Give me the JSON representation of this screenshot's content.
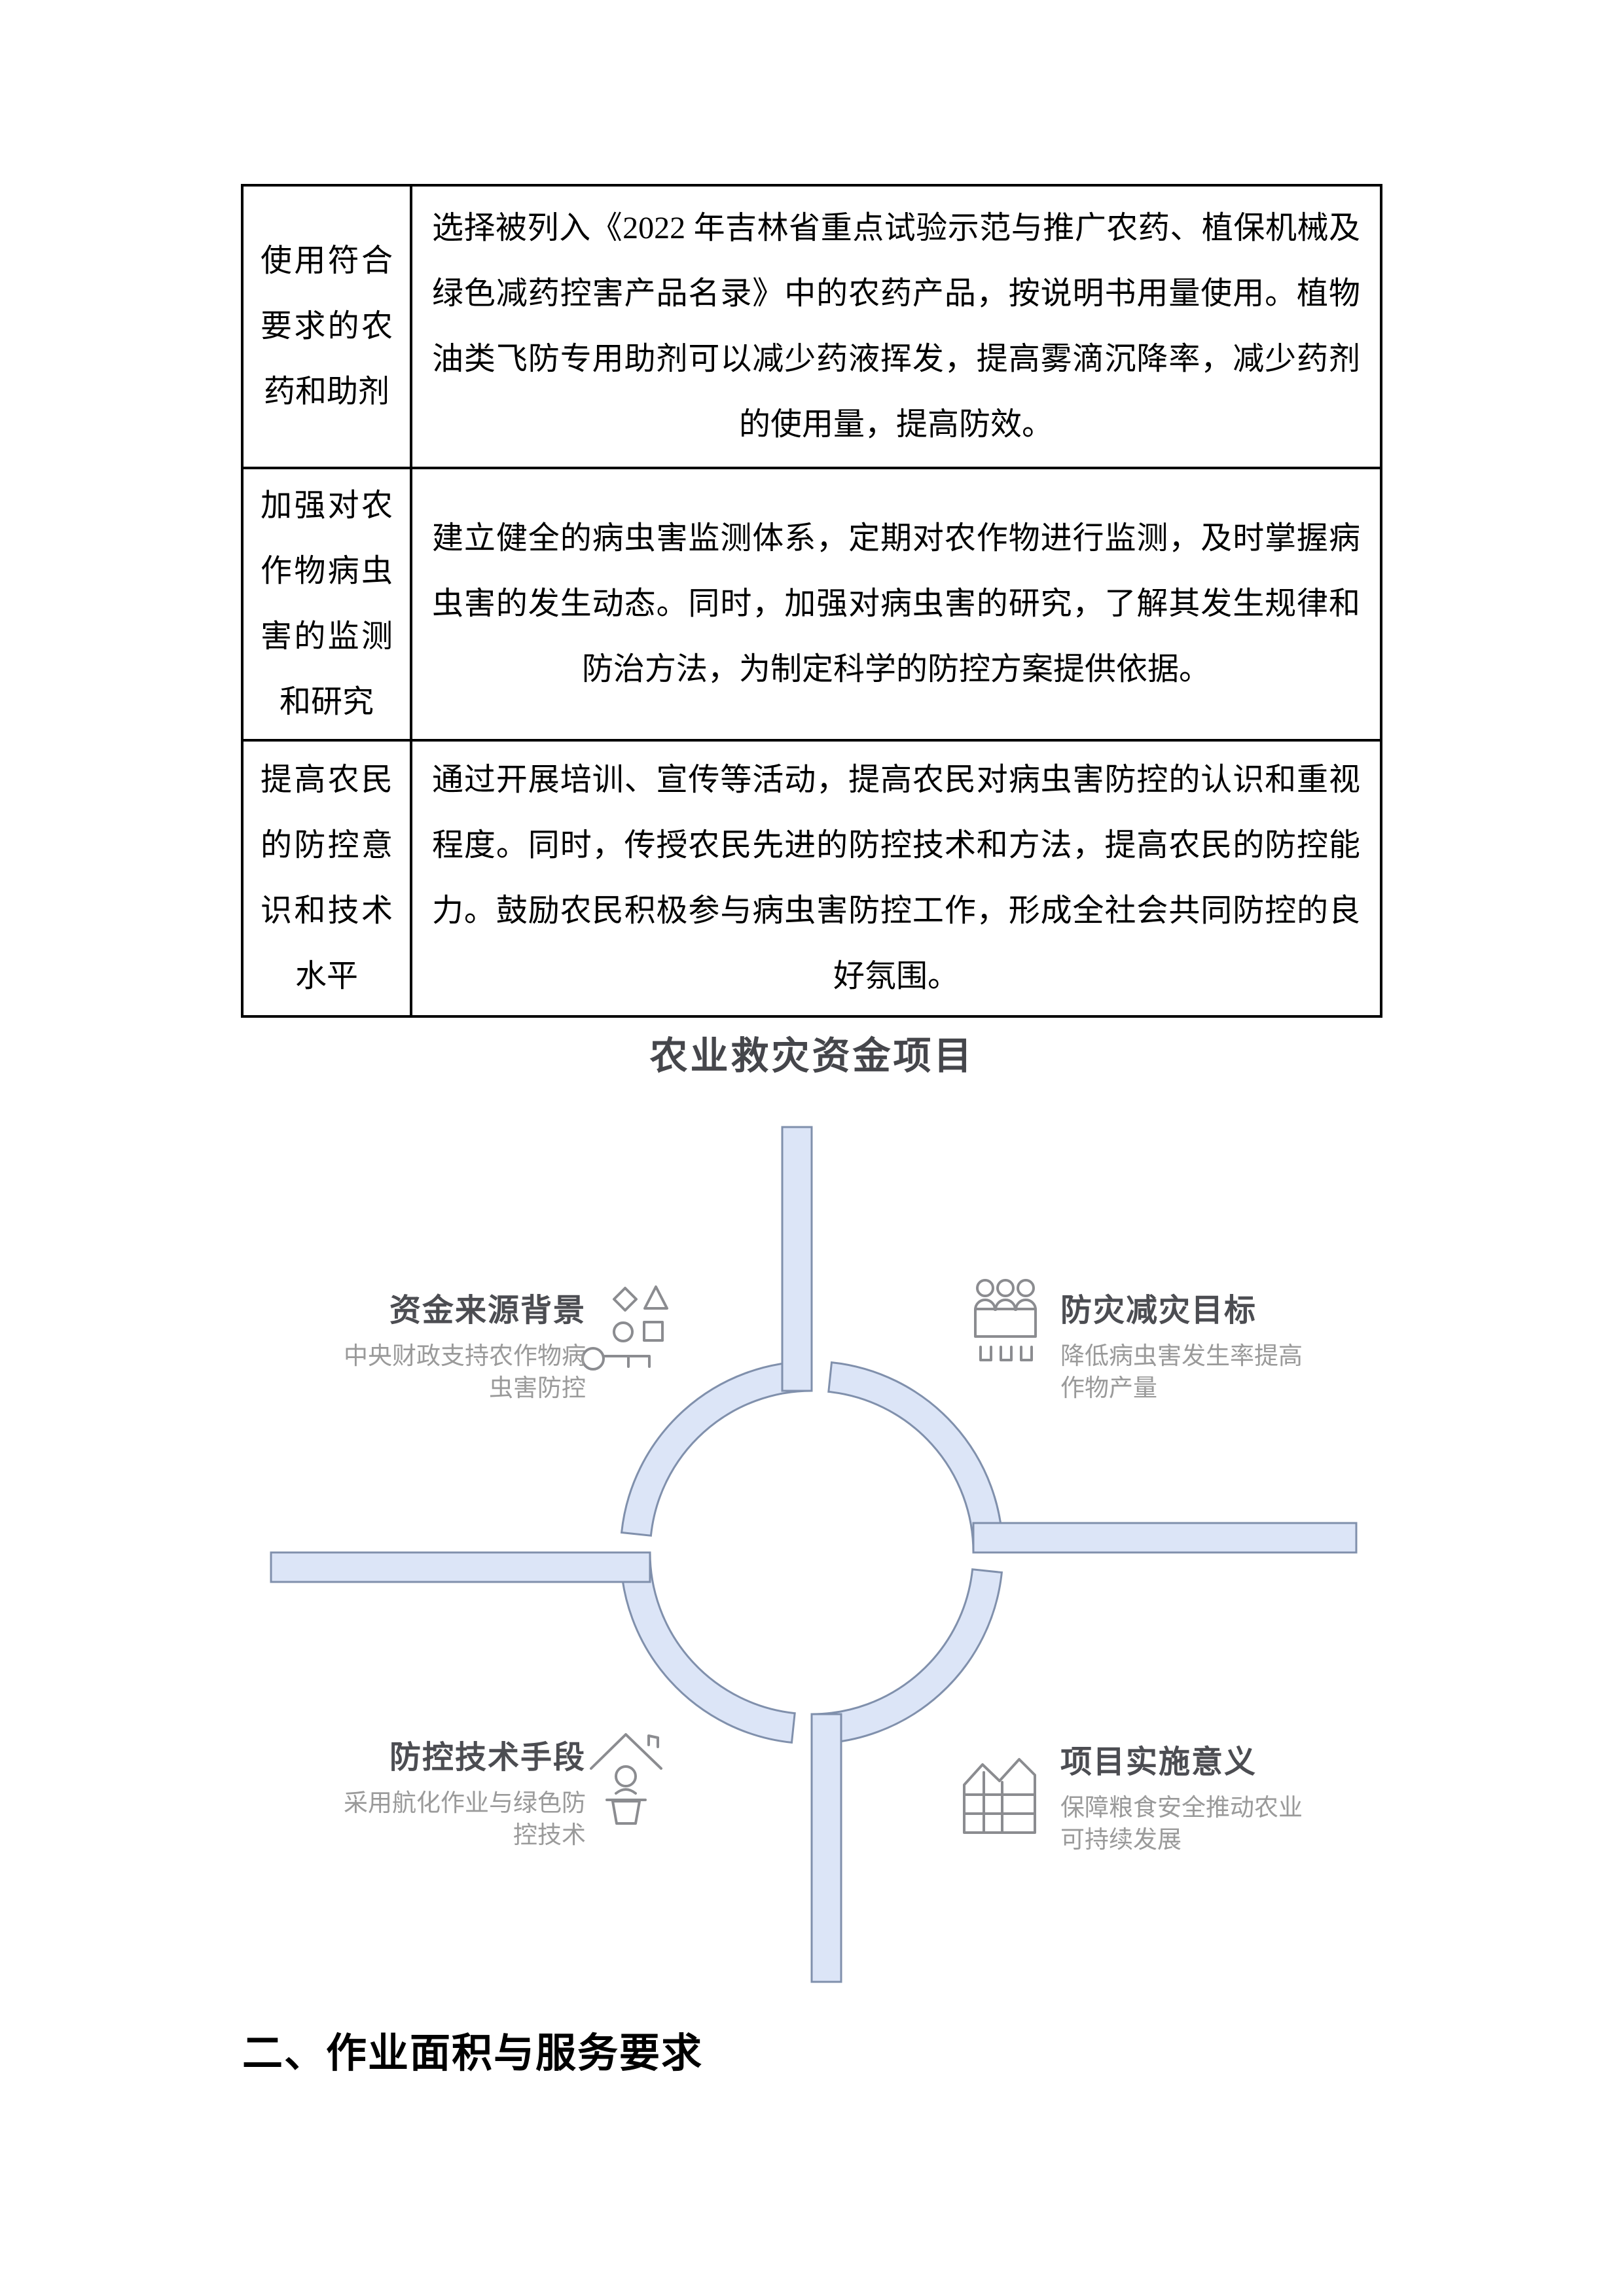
{
  "table": {
    "rows": [
      {
        "label": "使用符合要求的农药和助剂",
        "content": "选择被列入《2022 年吉林省重点试验示范与推广农药、植保机械及绿色减药控害产品名录》中的农药产品，按说明书用量使用。植物油类飞防专用助剂可以减少药液挥发，提高雾滴沉降率，减少药剂的使用量，提高防效。"
      },
      {
        "label": "加强对农作物病虫害的监测和研究",
        "content": "建立健全的病虫害监测体系，定期对农作物进行监测，及时掌握病虫害的发生动态。同时，加强对病虫害的研究，了解其发生规律和防治方法，为制定科学的防控方案提供依据。"
      },
      {
        "label": "提高农民的防控意识和技术水平",
        "content": "通过开展培训、宣传等活动，提高农民对病虫害防控的认识和重视程度。同时，传授农民先进的防控技术和方法，提高农民的防控能力。鼓励农民积极参与病虫害防控工作，形成全社会共同防控的良好氛围。"
      }
    ]
  },
  "diagram": {
    "title": "农业救灾资金项目",
    "quadrants": [
      {
        "position": "top-left",
        "heading": "资金来源背景",
        "description": "中央财政支持农作物病虫害防控",
        "icon": "shapes-icon"
      },
      {
        "position": "top-right",
        "heading": "防灾减灾目标",
        "description": "降低病虫害发生率提高作物产量",
        "icon": "people-meeting-icon"
      },
      {
        "position": "bottom-left",
        "heading": "防控技术手段",
        "description": "采用航化作业与绿色防控技术",
        "icon": "house-person-icon"
      },
      {
        "position": "bottom-right",
        "heading": "项目实施意义",
        "description": "保障粮食安全推动农业可持续发展",
        "icon": "factory-grid-icon"
      }
    ],
    "colors": {
      "ring_fill": "#dce5f7",
      "ring_stroke": "#8090ac",
      "heading_text": "#4c4d52",
      "description_text": "#9a9a9a"
    }
  },
  "section_heading": "二、作业面积与服务要求"
}
